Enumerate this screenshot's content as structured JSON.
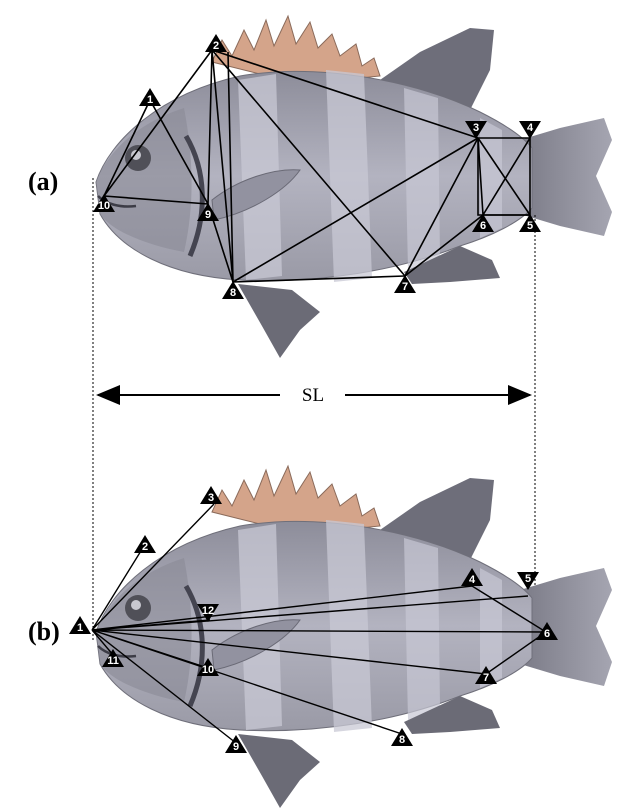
{
  "panels": {
    "a": {
      "label": "(a)",
      "landmarks": [
        "1",
        "2",
        "3",
        "4",
        "5",
        "6",
        "7",
        "8",
        "9",
        "10"
      ]
    },
    "b": {
      "label": "(b)",
      "landmarks": [
        "1",
        "2",
        "3",
        "4",
        "5",
        "6",
        "7",
        "8",
        "9",
        "10",
        "11",
        "12"
      ]
    }
  },
  "measure": {
    "label": "SL"
  },
  "colors": {
    "fish_body": "#a9a9b6",
    "fish_band": "#c9c9d6",
    "fish_dark": "#5d5d68",
    "fin_spine": "#d9a88e",
    "markers": "#000000"
  }
}
